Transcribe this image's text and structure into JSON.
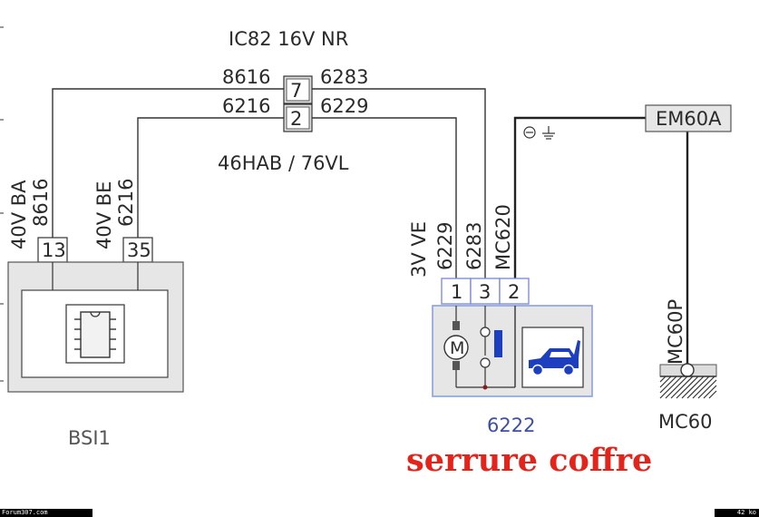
{
  "diagram": {
    "connector_top": "IC82  16V  NR",
    "harness_label": "46HAB / 76VL",
    "wires": {
      "w8616_left": "8616",
      "w6283_right": "6283",
      "w6216_left": "6216",
      "w6229_right": "6229",
      "v_ba_wire": "40V  BA",
      "v_ba_code": "8616",
      "v_be_wire": "40V  BE",
      "v_be_code": "6216",
      "v_ve_wire": "3V  VE",
      "v_6229": "6229",
      "v_6283": "6283",
      "v_mc620": "MC620"
    },
    "pins": {
      "splice_7": "7",
      "splice_2": "2",
      "bsi_13": "13",
      "bsi_35": "35",
      "lock_1": "1",
      "lock_3": "3",
      "lock_2": "2"
    },
    "components": {
      "bsi_label": "BSI1",
      "lock_code": "6222",
      "em_label": "EM60A",
      "mc60p_label": "MC60P",
      "mc60_label": "MC60",
      "motor_symbol": "M"
    },
    "title": "serrure coffre",
    "footer": {
      "left": "Forum307.com",
      "right": "42 ko"
    },
    "colors": {
      "title": "#e4231b",
      "lock_frame": "#8da0d8",
      "lock_code": "#3c4fa5",
      "trunk_icon": "#1d3fbf"
    }
  }
}
